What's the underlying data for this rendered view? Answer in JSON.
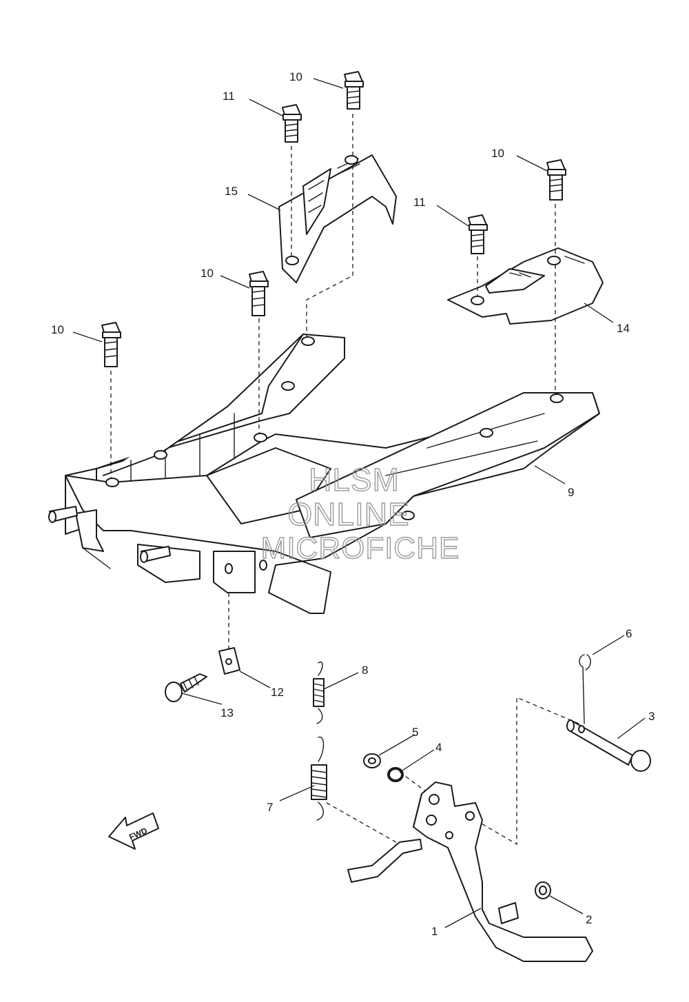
{
  "diagram": {
    "callouts": [
      "1",
      "2",
      "3",
      "4",
      "5",
      "6",
      "7",
      "8",
      "9",
      "10",
      "11",
      "12",
      "13",
      "14",
      "15"
    ],
    "direction_marker": "FWD",
    "watermark": [
      "HLSM",
      "ONLINE",
      "MICROFICHE"
    ]
  }
}
